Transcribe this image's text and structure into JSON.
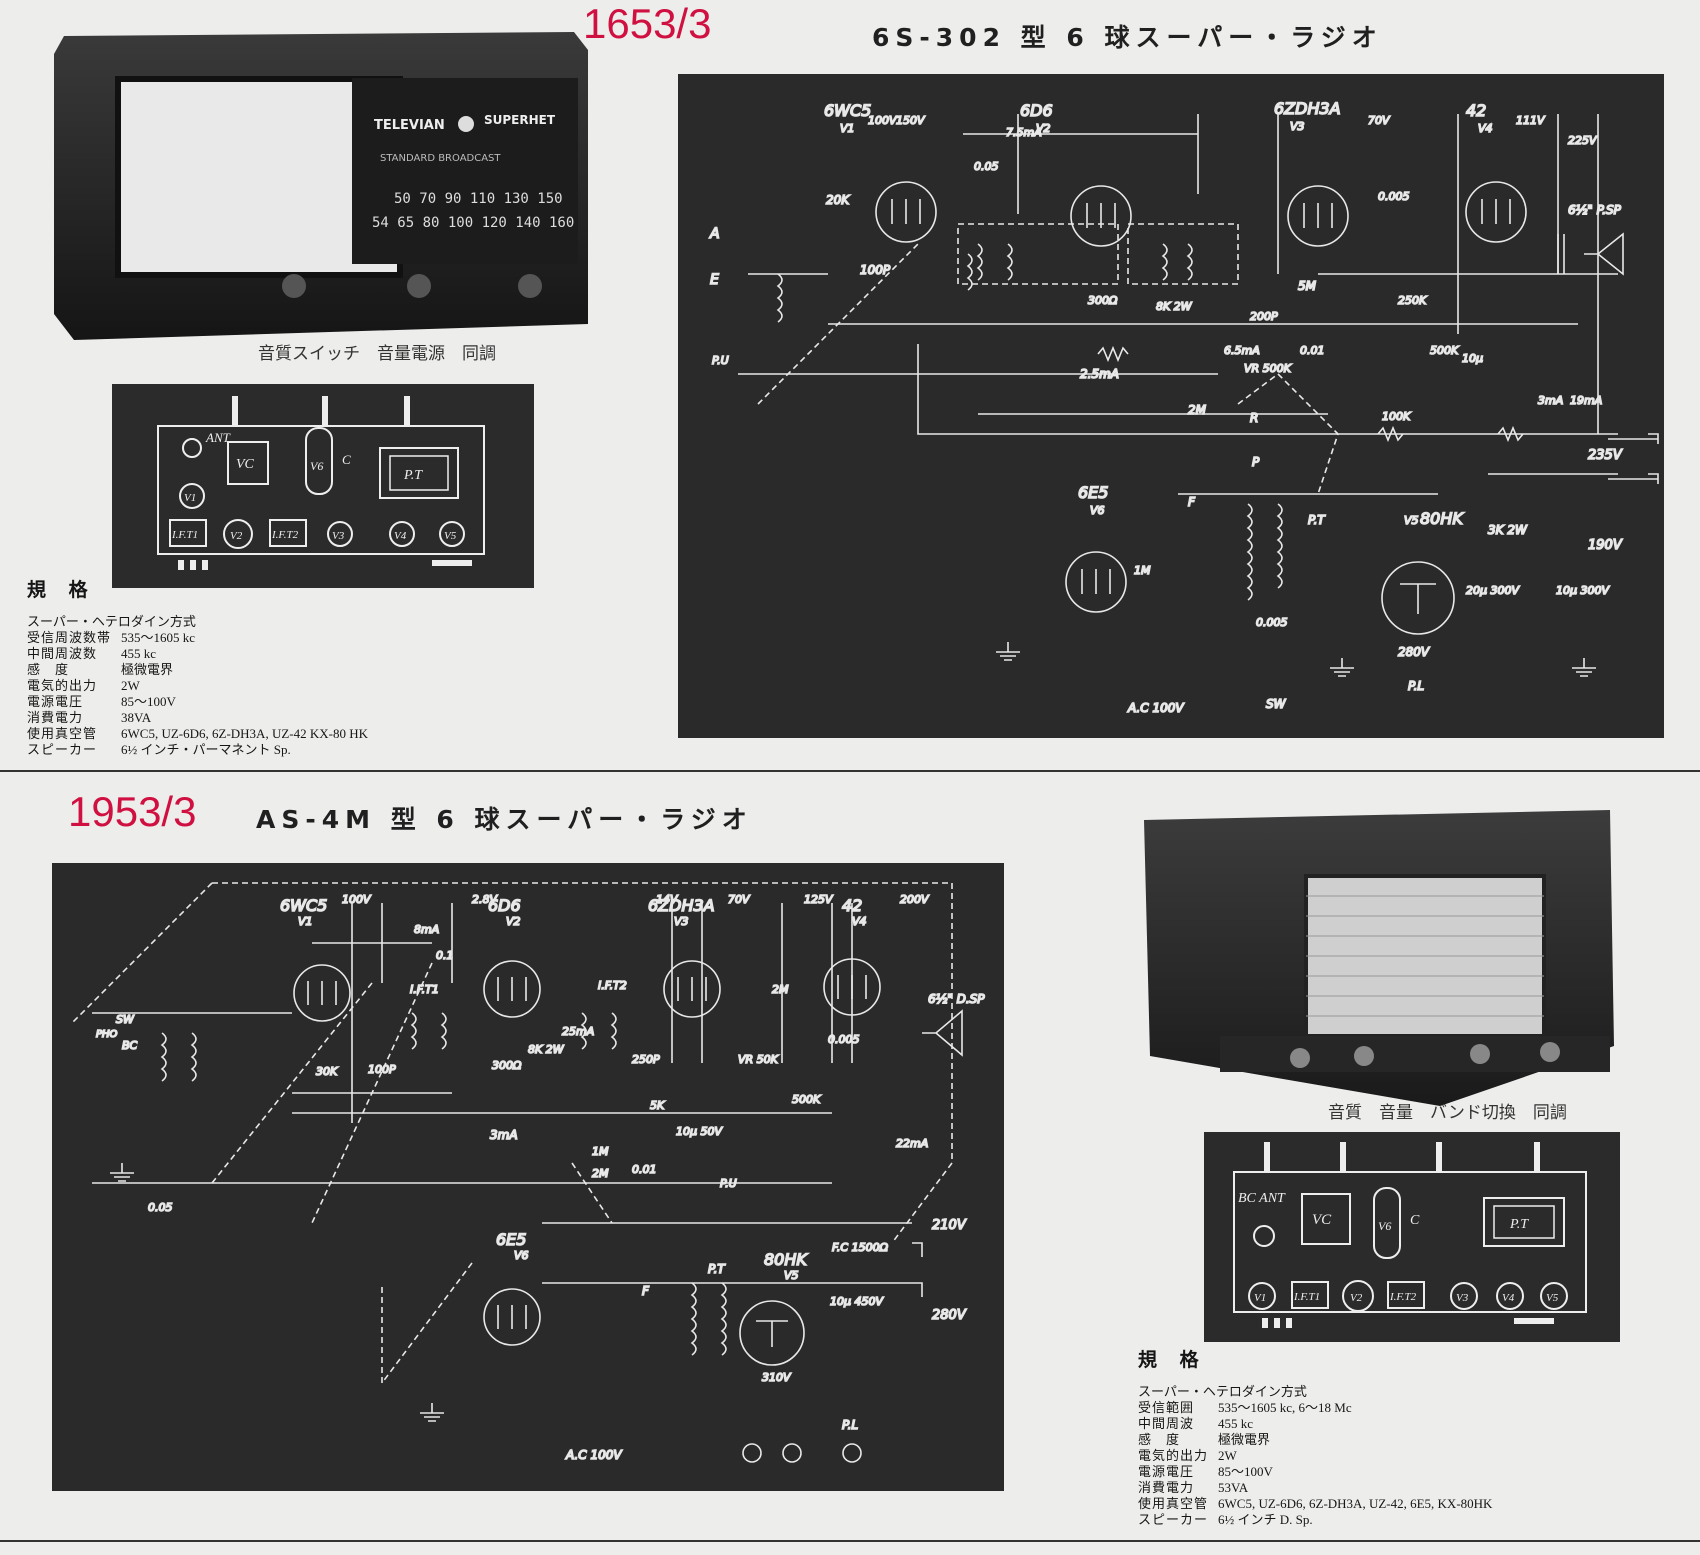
{
  "top": {
    "date": "1653/3",
    "title": "6S-302 型 6 球スーパー・ラジオ",
    "photo": {
      "brand_left": "TELEVIAN",
      "brand_right": "SUPERHET",
      "band_label": "STANDARD BROADCAST",
      "dial_row1": "50 70 90 110 130 150",
      "dial_row2": "54 65 80 100 120 140 160",
      "controls": "音質スイッチ　音量電源　同調"
    },
    "chassis": {
      "ant": "ANT",
      "vc": "VC",
      "v6": "V6",
      "c": "C",
      "pt": "P.T",
      "v1": "V1",
      "ift1": "I.F.T1",
      "v2": "V2",
      "ift2": "I.F.T2",
      "v3": "V3",
      "v4": "V4",
      "v5": "V5"
    },
    "schematic": {
      "tubes": [
        "6WC5",
        "6D6",
        "6ZDH3A",
        "42",
        "6E5",
        "80HK"
      ],
      "tube_ids": [
        "V1",
        "V2",
        "V3",
        "V4",
        "V6",
        "V5"
      ],
      "supply": [
        "235V",
        "190V",
        "225V",
        "150V",
        "100V",
        "70V",
        "111V"
      ],
      "parts": [
        "20K",
        "100P",
        "0.05",
        "7.5mA",
        "300Ω",
        "8K 2W",
        "6.5mA",
        "2.5mA",
        "200P",
        "5M",
        "VR 500K",
        "0.01",
        "0.005",
        "250K",
        "500K",
        "10μ",
        "3mA",
        "19mA",
        "2M",
        "100K",
        "1M",
        "3K 2W",
        "20μ 300V",
        "10μ 300V",
        "280V",
        "0.005",
        "A.C 100V",
        "SW",
        "P.L",
        "6½\" P.SP",
        "A",
        "E",
        "P.U",
        "R",
        "P",
        "F",
        "P.T"
      ]
    },
    "specs": {
      "heading": "規 格",
      "type": "スーパー・ヘテロダイン方式",
      "rows": [
        [
          "受信周波数帯",
          "535〜1605 kc"
        ],
        [
          "中間周波数",
          "455 kc"
        ],
        [
          "感　度",
          "極微電界"
        ],
        [
          "電気的出力",
          "2W"
        ],
        [
          "電源電圧",
          "85〜100V"
        ],
        [
          "消費電力",
          "38VA"
        ],
        [
          "使用真空管",
          "6WC5, UZ-6D6, 6Z-DH3A, UZ-42 KX-80 HK"
        ],
        [
          "スピーカー",
          "6½ インチ・パーマネント Sp."
        ]
      ]
    }
  },
  "bottom": {
    "date": "1953/3",
    "title": "AS-4M 型 6 球スーパー・ラジオ",
    "photo": {
      "controls": "音質　音量　バンド切換　同調"
    },
    "chassis": {
      "bc_ant": "BC ANT",
      "vc": "VC",
      "v6": "V6",
      "c": "C",
      "pt": "P.T",
      "v1": "V1",
      "ift1": "I.F.T1",
      "v2": "V2",
      "ift2": "I.F.T2",
      "v3": "V3",
      "v4": "V4",
      "v5": "V5"
    },
    "schematic": {
      "tubes": [
        "6WC5",
        "6D6",
        "6ZDH3A",
        "42",
        "6E5",
        "80HK"
      ],
      "tube_ids": [
        "V1",
        "V2",
        "V3",
        "V4",
        "V6",
        "V5"
      ],
      "supply": [
        "210V",
        "280V",
        "200V",
        "100V",
        "70V",
        "125V",
        "14V",
        "2.8V"
      ],
      "parts": [
        "SW",
        "BC",
        "PHO",
        "0.05",
        "30K",
        "100P",
        "8mA",
        "0.1",
        "300Ω",
        "8K 2W",
        "25mA",
        "I.F.T1",
        "I.F.T2",
        "250P",
        "5K",
        "10μ 50V",
        "3mA",
        "1M",
        "2M",
        "0.01",
        "VR 50K",
        "0.005",
        "2M",
        "500K",
        "22mA",
        "F.C 1500Ω",
        "10μ 450V",
        "310V",
        "6½\" D.SP",
        "A.C 100V",
        "P.L",
        "P.U",
        "F",
        "P.T"
      ]
    },
    "specs": {
      "heading": "規 格",
      "type": "スーパー・ヘテロダイン方式",
      "rows": [
        [
          "受信範囲",
          "535〜1605 kc, 6〜18 Mc"
        ],
        [
          "中間周波",
          "455 kc"
        ],
        [
          "感　度",
          "極微電界"
        ],
        [
          "電気的出力",
          "2W"
        ],
        [
          "電源電圧",
          "85〜100V"
        ],
        [
          "消費電力",
          "53VA"
        ],
        [
          "使用真空管",
          "6WC5, UZ-6D6, 6Z-DH3A, UZ-42, 6E5, KX-80HK"
        ],
        [
          "スピーカー",
          "6½ インチ D. Sp."
        ]
      ]
    }
  }
}
